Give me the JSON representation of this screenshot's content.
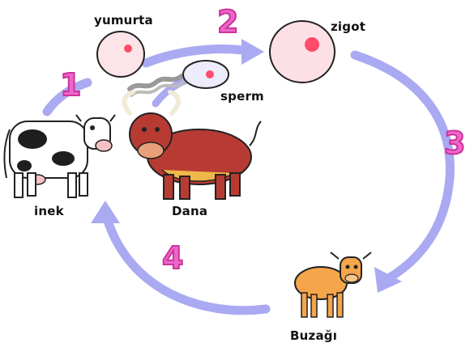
{
  "labels": {
    "yumurta": "yumurta",
    "zigot": "zigot",
    "sperm": "sperm",
    "inek": "inek",
    "dana": "Dana",
    "buzagi": "Buzağı"
  },
  "steps": [
    "1",
    "2",
    "3",
    "4"
  ],
  "colors": {
    "arrow": "#aaaaf2",
    "step_number": "#ee66cc",
    "cell_fill": "#fde4e8",
    "nucleus": "#ff4d6d",
    "bull_body": "#b83b33",
    "calf_body": "#f5a54a"
  },
  "icons": [
    "egg-cell-icon",
    "zygote-cell-icon",
    "sperm-cell-icon",
    "cow-icon",
    "bull-icon",
    "calf-icon"
  ]
}
